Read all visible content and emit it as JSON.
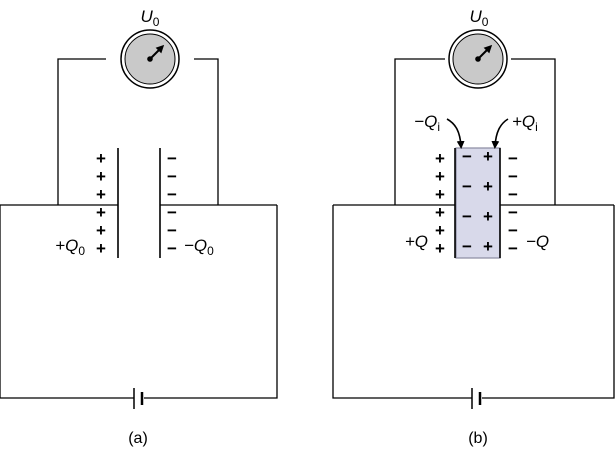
{
  "colors": {
    "meter_face": "#c9c9c9",
    "dielectric_fill": "#d8d9ea",
    "dielectric_edge": "#8a8aa0",
    "wire": "#000000"
  },
  "panels": [
    {
      "id": "a",
      "voltmeter": {
        "symbol": "U",
        "subscript": "0"
      },
      "left_plate": {
        "charge_sign": "+",
        "count": 6,
        "label_prefix": "+Q",
        "label_subscript": "0"
      },
      "right_plate": {
        "charge_sign": "−",
        "count": 6,
        "label_prefix": "−Q",
        "label_subscript": "0"
      },
      "has_dielectric": false,
      "caption": "(a)"
    },
    {
      "id": "b",
      "voltmeter": {
        "symbol": "U",
        "subscript": "0"
      },
      "left_plate": {
        "charge_sign": "+",
        "count": 6,
        "label_prefix": "+Q",
        "label_subscript": ""
      },
      "right_plate": {
        "charge_sign": "−",
        "count": 6,
        "label_prefix": "−Q",
        "label_subscript": ""
      },
      "has_dielectric": true,
      "dielectric": {
        "left_charge_sign": "−",
        "right_charge_sign": "+",
        "count": 4,
        "left_label_prefix": "−Q",
        "left_label_subscript": "i",
        "right_label_prefix": "+Q",
        "right_label_subscript": "i"
      },
      "caption": "(b)"
    }
  ]
}
